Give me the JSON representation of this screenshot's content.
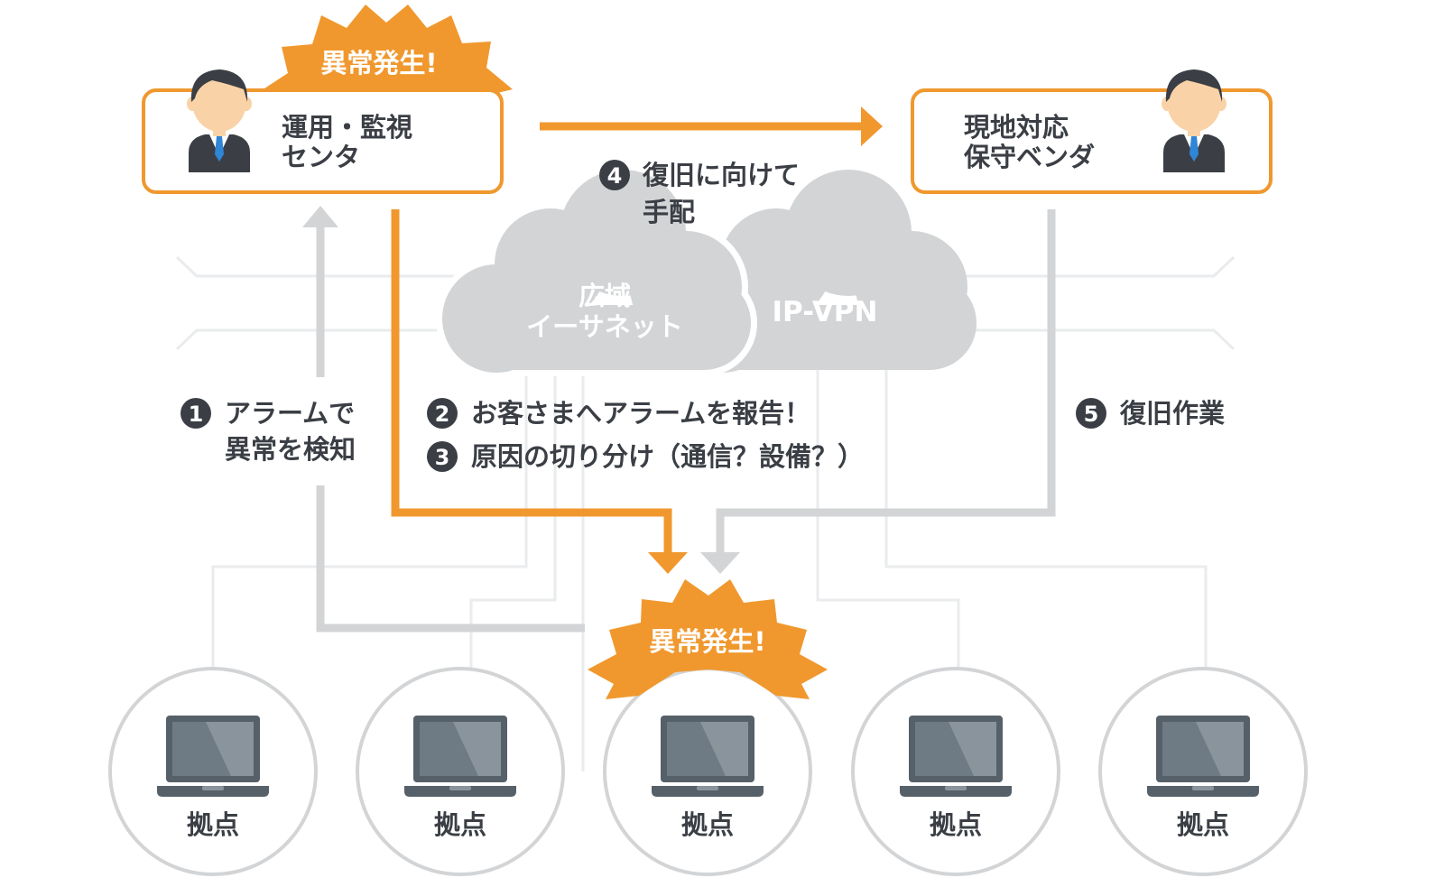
{
  "center": {
    "line1": "運用・監視",
    "line2": "センタ"
  },
  "vendor": {
    "line1": "現地対応",
    "line2": "保守ベンダ"
  },
  "burst_label": "異常発生!",
  "clouds": {
    "ethernet_line1": "広域",
    "ethernet_line2": "イーサネット",
    "ipvpn": "IP-VPN"
  },
  "steps": [
    {
      "num": "1",
      "line1": "アラームで",
      "line2": "異常を検知"
    },
    {
      "num": "2",
      "line1": "お客さまへアラームを報告！"
    },
    {
      "num": "3",
      "line1": "原因の切り分け（通信？設備？）"
    },
    {
      "num": "4",
      "line1": "復旧に向けて",
      "line2": "手配"
    },
    {
      "num": "5",
      "line1": "復旧作業"
    }
  ],
  "sites": [
    "拠点",
    "拠点",
    "拠点",
    "拠点",
    "拠点"
  ],
  "colors": {
    "accent": "#F0982E",
    "gray": "#D2D4D6",
    "light_gray": "#EAEBEC",
    "dark": "#3B3F45",
    "laptop": "#566069"
  }
}
